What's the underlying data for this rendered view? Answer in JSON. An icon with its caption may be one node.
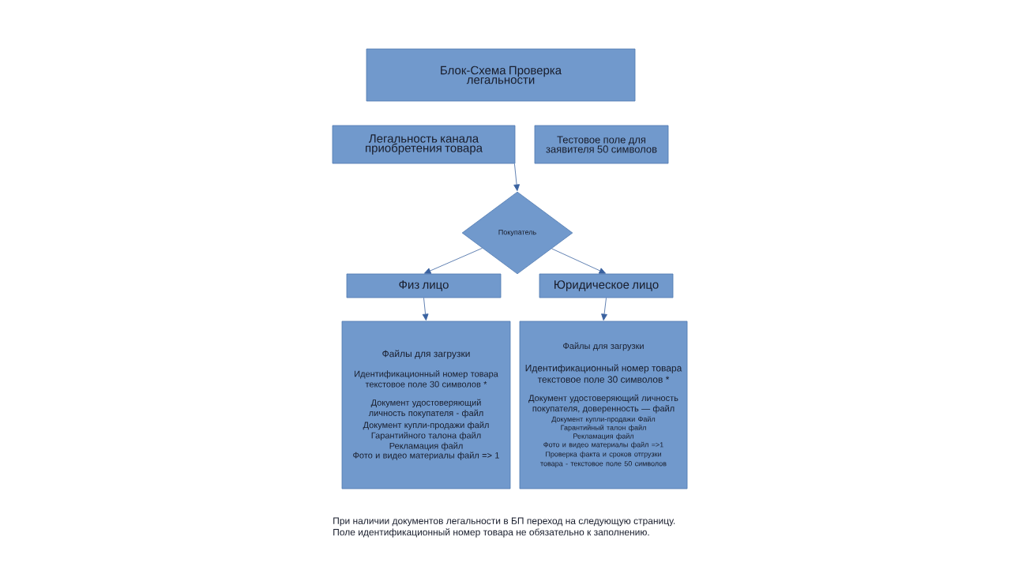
{
  "diagram": {
    "nodes": [
      {
        "text": [
          "Блок-Схема Проверка легальности"
        ]
      },
      {
        "text": [
          "Легальность канала приобретения товара"
        ]
      },
      {
        "text": [
          "Тестовое поле для заявителя 50 символов"
        ]
      },
      {
        "text": [
          "Покупатель"
        ]
      },
      {
        "text": [
          "Физ лицо"
        ]
      },
      {
        "text": [
          "Юридическое лицо"
        ]
      },
      {
        "text": [
          "Файлы для загрузки",
          "Идентификационный номер товара текстовое поле 30 символов *",
          "Документ удостоверяющий личность покупателя - файл",
          "Документ купли-продажи файл",
          "Гарантийного талона файл",
          "Рекламация файл",
          "Фото и видео материалы файл => 1"
        ]
      },
      {
        "text": [
          "Файлы для загрузки",
          "Идентификационный номер товара текстовое поле 30 символов *",
          "Документ удостоверяющий личность покупателя, доверенность — файл",
          "Документ купли-продажи Файл",
          "Гарантийный талон файл",
          "Рекламация файл",
          "Фото и видео материалы файл =>1",
          "Проверка факта и сроков отгрузки товара - текстовое поле 50 символов"
        ]
      }
    ],
    "edges": [
      {
        "from": 1,
        "to": 3,
        "arrow": "to"
      },
      {
        "from": 3,
        "to": 4,
        "arrow": "to"
      },
      {
        "from": 3,
        "to": 5,
        "arrow": "to"
      },
      {
        "from": 4,
        "to": 6,
        "arrow": "to"
      },
      {
        "from": 5,
        "to": 7,
        "arrow": "to"
      }
    ],
    "labels": [
      "При наличии документов легальности в БП переход на следующую страницу.",
      "Поле идентификационный номер товара не обязательно к заполнению."
    ]
  }
}
